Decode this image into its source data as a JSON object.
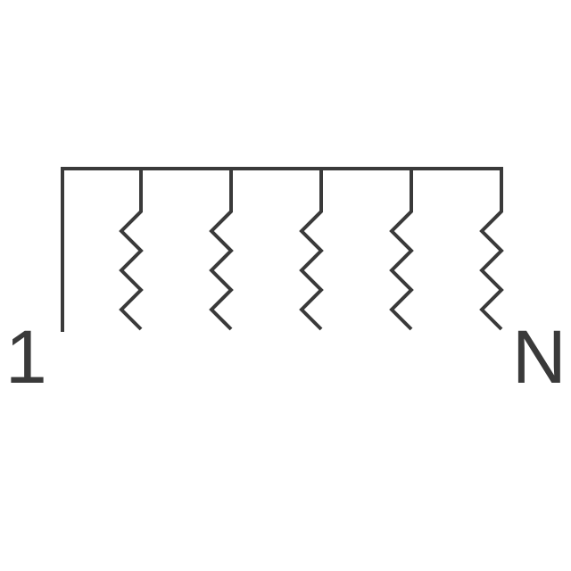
{
  "diagram": {
    "pins": {
      "first": "1",
      "last": "N"
    },
    "resistor_count": 5,
    "stroke_color": "#3a3a3a"
  }
}
